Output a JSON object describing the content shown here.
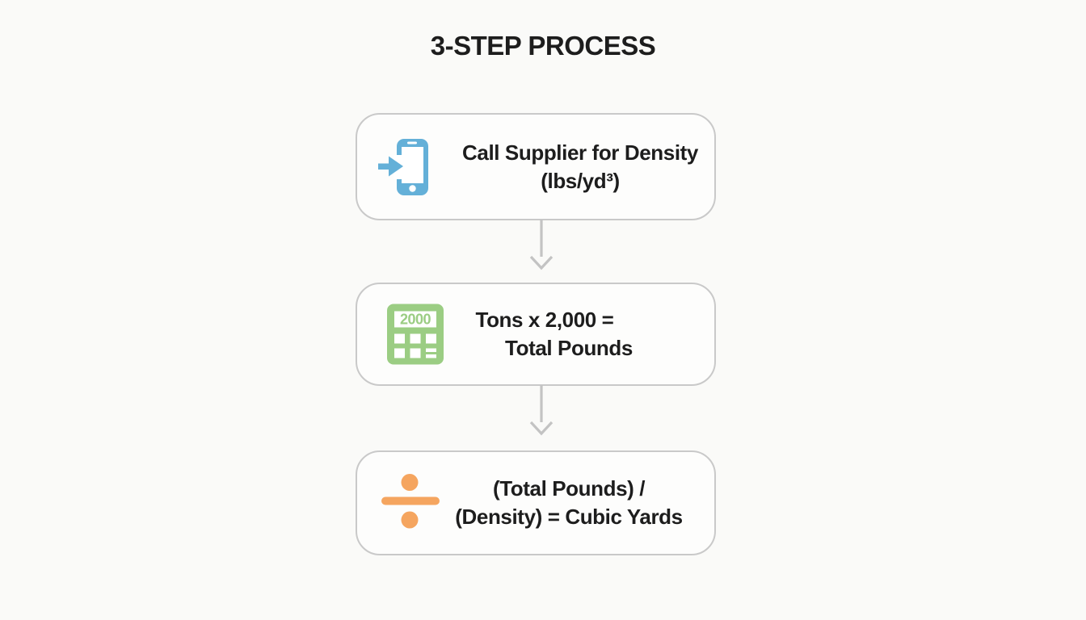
{
  "title": "3-STEP PROCESS",
  "steps": [
    {
      "icon": "phone-call-icon",
      "lines": [
        "Call Supplier for Density",
        "(lbs/yd³)"
      ]
    },
    {
      "icon": "calculator-icon",
      "calc_display": "2000",
      "lines": [
        "Tons x 2,000 =",
        "Total Pounds"
      ]
    },
    {
      "icon": "divide-icon",
      "lines": [
        "(Total Pounds) /",
        "(Density) = Cubic Yards"
      ]
    }
  ],
  "colors": {
    "background": "#fafaf8",
    "box_fill": "#fdfdfc",
    "box_border": "#c9c9c9",
    "text": "#1d1d1d",
    "phone_blue": "#64b0d8",
    "calc_green": "#9bcd83",
    "divide_orange": "#f5a55f",
    "arrow_gray": "#c3c3c3"
  }
}
